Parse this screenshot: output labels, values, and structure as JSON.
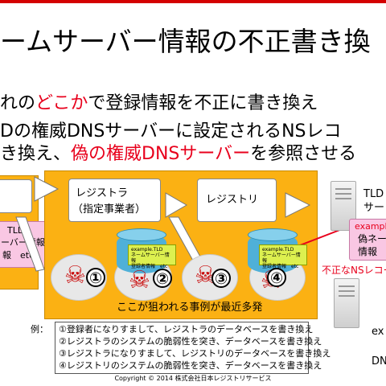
{
  "slide": {
    "title": "ームサーバー情報の不正書き換",
    "bullets": [
      {
        "parts": [
          {
            "t": "れの"
          },
          {
            "t": "どこか",
            "red": true
          },
          {
            "t": "で登録情報を不正に書き換え"
          }
        ]
      },
      {
        "parts": [
          {
            "t": "Dの権威DNSサーバーに設定されるNSレコ"
          }
        ]
      },
      {
        "parts": [
          {
            "t": "き換え、"
          },
          {
            "t": "偽の権威DNSサーバー",
            "red": true
          },
          {
            "t": "を参照させる"
          }
        ]
      }
    ]
  },
  "diagram": {
    "left_card": {
      "line1": "TLD",
      "line2": "ーバー情報",
      "line3": "報　etc"
    },
    "registrar": {
      "line1": "レジストラ",
      "line2": "（指定事業者）"
    },
    "registry": {
      "label": "レジストリ"
    },
    "db_card": {
      "line1": "example.TLD",
      "line2": "ネームサーバー情報",
      "line3": "登録者情報　etc"
    },
    "targets": [
      "①",
      "②",
      "③",
      "④"
    ],
    "caption": "ここが狙われる事例が最近多発",
    "right_server": {
      "line1": "TLD",
      "line2": "サー"
    },
    "fake_card": {
      "line1": "exampl",
      "line2": "偽ネー",
      "line3": "情報"
    },
    "fake_ns": "不正なNSレコー",
    "bottom_right": {
      "line1": "ex",
      "line2": "DN"
    }
  },
  "examples": {
    "label": "例：",
    "items": [
      "①登録者になりすまして、レジストラのデータベースを書き換え",
      "②レジストラのシステムの脆弱性を突き、データベースを書き換え",
      "③レジストラになりすまして、レジストリのデータベースを書き換え",
      "④レジストリのシステムの脆弱性を突き、データベースを書き換え"
    ]
  },
  "copyright": "Copyright © 2014 株式会社日本レジストリサービス",
  "colors": {
    "accent_red": "#e8001c",
    "orange": "#fbb113",
    "db_blue": "#4fb0d8",
    "card_yellow": "#ddf04f"
  }
}
